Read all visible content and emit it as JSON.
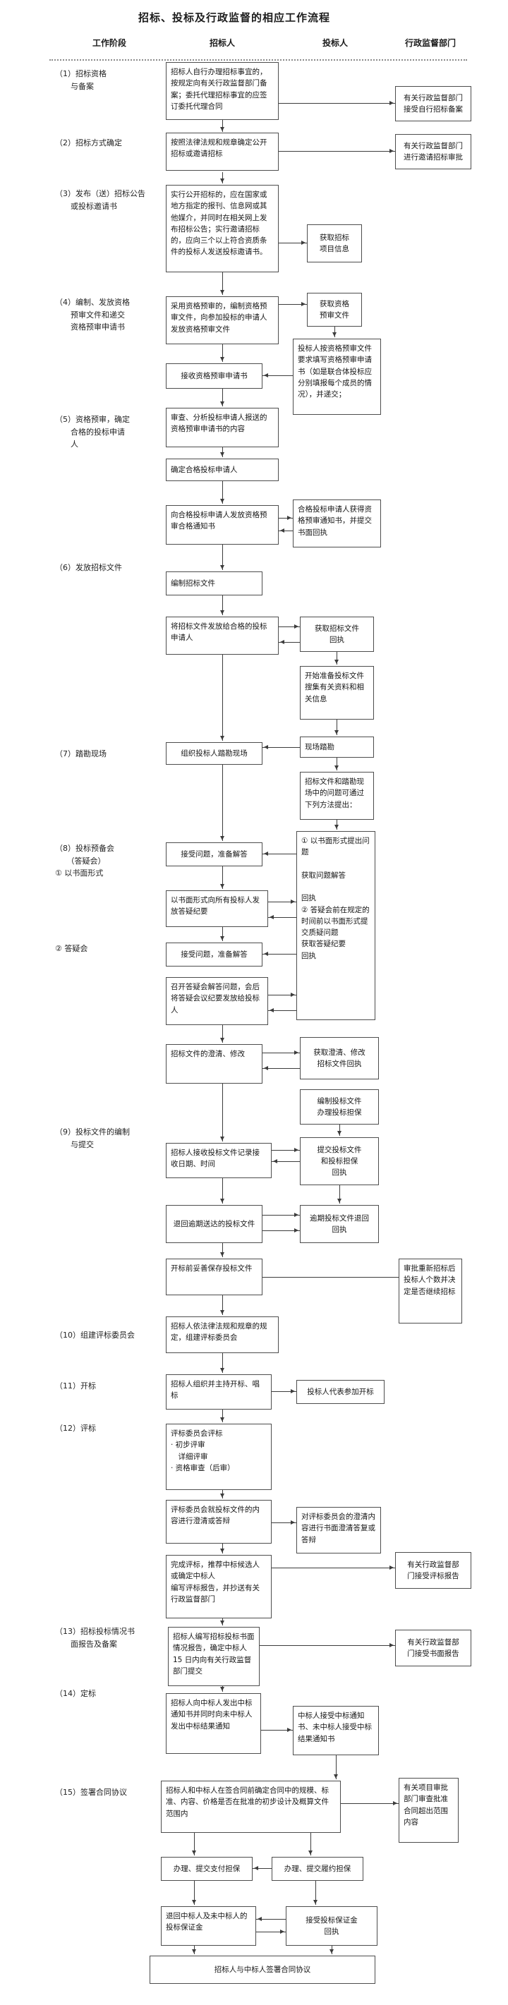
{
  "title": "招标、投标及行政监督的相应工作流程",
  "columns": {
    "phase": "工作阶段",
    "tenderer": "招标人",
    "bidder": "投标人",
    "supervisor": "行政监督部门"
  },
  "phases": {
    "p1": "（1）招标资格\n　　与备案",
    "p2": "（2）招标方式确定",
    "p3": "（3）发布（送）招标公告\n　　或投标邀请书",
    "p4": "（4）编制、发放资格\n　　预审文件和递交\n　　资格预审申请书",
    "p5": "（5）资格预审，确定\n　　合格的投标申请\n　　人",
    "p6": "（6）发放招标文件",
    "p7": "（7）踏勘现场",
    "p8": "（8）投标预备会\n　　（答疑会）\n① 以书面形式",
    "p8b": "② 答疑会",
    "p9": "（9）投标文件的编制\n　　与提交",
    "p10": "（10）组建评标委员会",
    "p11": "（11）开标",
    "p12": "（12）评标",
    "p13": "（13）招标投标情况书\n　　面报告及备案",
    "p14": "（14）定标",
    "p15": "（15）签署合同协议"
  },
  "boxes": {
    "a1": "招标人自行办理招标事宜的，按规定向有关行政监督部门备案；委托代理招标事宜的应签订委托代理合同",
    "a2": "按照法律法规和规章确定公开招标或邀请招标",
    "a3": "实行公开招标的，应在国家或地方指定的报刊、信息网或其他媒介，并同时在相关网上发布招标公告；实行邀请招标的，应向三个以上符合资质条件的投标人发送投标邀请书。",
    "a4": "采用资格预审的，编制资格预审文件，向参加投标的申请人发放资格预审文件",
    "a5": "接收资格预审申请书",
    "a6": "审查、分析投标申请人报送的资格预审申请书的内容",
    "a7": "确定合格投标申请人",
    "a8": "向合格投标申请人发放资格预审合格通知书",
    "a9": "编制招标文件",
    "a10": "将招标文件发放给合格的投标申请人",
    "a11": "组织投标人踏勘现场",
    "a12": "接受问题，准备解答",
    "a13": "以书面形式向所有投标人发放答疑纪要",
    "a14": "接受问题，准备解答",
    "a15": "召开答疑会解答问题，会后将答疑会议纪要发放给投标人",
    "a16": "招标文件的澄清、修改",
    "a17": "招标人接收投标文件记录接收日期、时间",
    "a18": "退回逾期送达的投标文件",
    "a19": "开标前妥善保存投标文件",
    "a20": "招标人依法律法规和规章的规定，组建评标委员会",
    "a21": "招标人组织并主持开标、唱标",
    "a22": "评标委员会评标\n· 初步评审\n　详细评审\n· 资格审查（后审）",
    "a23": "评标委员会就投标文件的内容进行澄清或答辩",
    "a24": "完成评标，推荐中标候选人或确定中标人\n编写评标报告，并抄送有关行政监督部门",
    "a25": "招标人编写招标投标书面情况报告，确定中标人 15 日内向有关行政监督部门提交",
    "a26": "招标人向中标人发出中标通知书并同时向未中标人发出中标结果通知",
    "a27": "招标人和中标人在签合同前确定合同中的规模、标准、内容、价格是否在批准的初步设计及概算文件范围内",
    "a28": "办理、提交支付担保",
    "a29": "退回中标人及未中标人的投标保证金",
    "a30": "招标人与中标人签署合同协议",
    "b1": "获取招标\n项目信息",
    "b2": "获取资格\n预审文件",
    "b3": "投标人按资格预审文件要求填写资格预审申请书（如是联合体投标应分别填报每个成员的情况），并递交；",
    "b4": "合格投标申请人获得资格预审通知书，并提交书面回执",
    "b5": "获取招标文件\n回执",
    "b6": "开始准备投标文件搜集有关资料和相关信息",
    "b7": "现场踏勘",
    "b8": "招标文件和踏勘现场中的问题可通过下列方法提出：",
    "b9": "① 以书面形式提出问题\n\n获取问题解答\n\n回执\n② 答疑会前在规定的时间前以书面形式提交质疑问题\n获取答疑纪要\n回执",
    "b10": "获取澄清、修改\n招标文件回执",
    "b11": "编制投标文件\n办理投标担保",
    "b12": "提交投标文件\n和投标担保\n回执",
    "b13": "逾期投标文件退回\n回执",
    "b14": "投标人代表参加开标",
    "b15": "对评标委员会的澄清内容进行书面澄清答复或答辩",
    "b16": "中标人接受中标通知书、未中标人接受中标结果通知书",
    "b17": "办理、提交履约担保",
    "b18": "接受投标保证金\n回执",
    "s1": "有关行政监督部门\n接受自行招标备案",
    "s2": "有关行政监督部门\n进行邀请招标审批",
    "s3": "审批重新招标后投标人个数并决定是否继续招标",
    "s4": "有关行政监督部\n门接受评标报告",
    "s5": "有关行政监督部\n门接受书面报告",
    "s6": "有关项目审批部门审查批准合同超出范围内容"
  }
}
